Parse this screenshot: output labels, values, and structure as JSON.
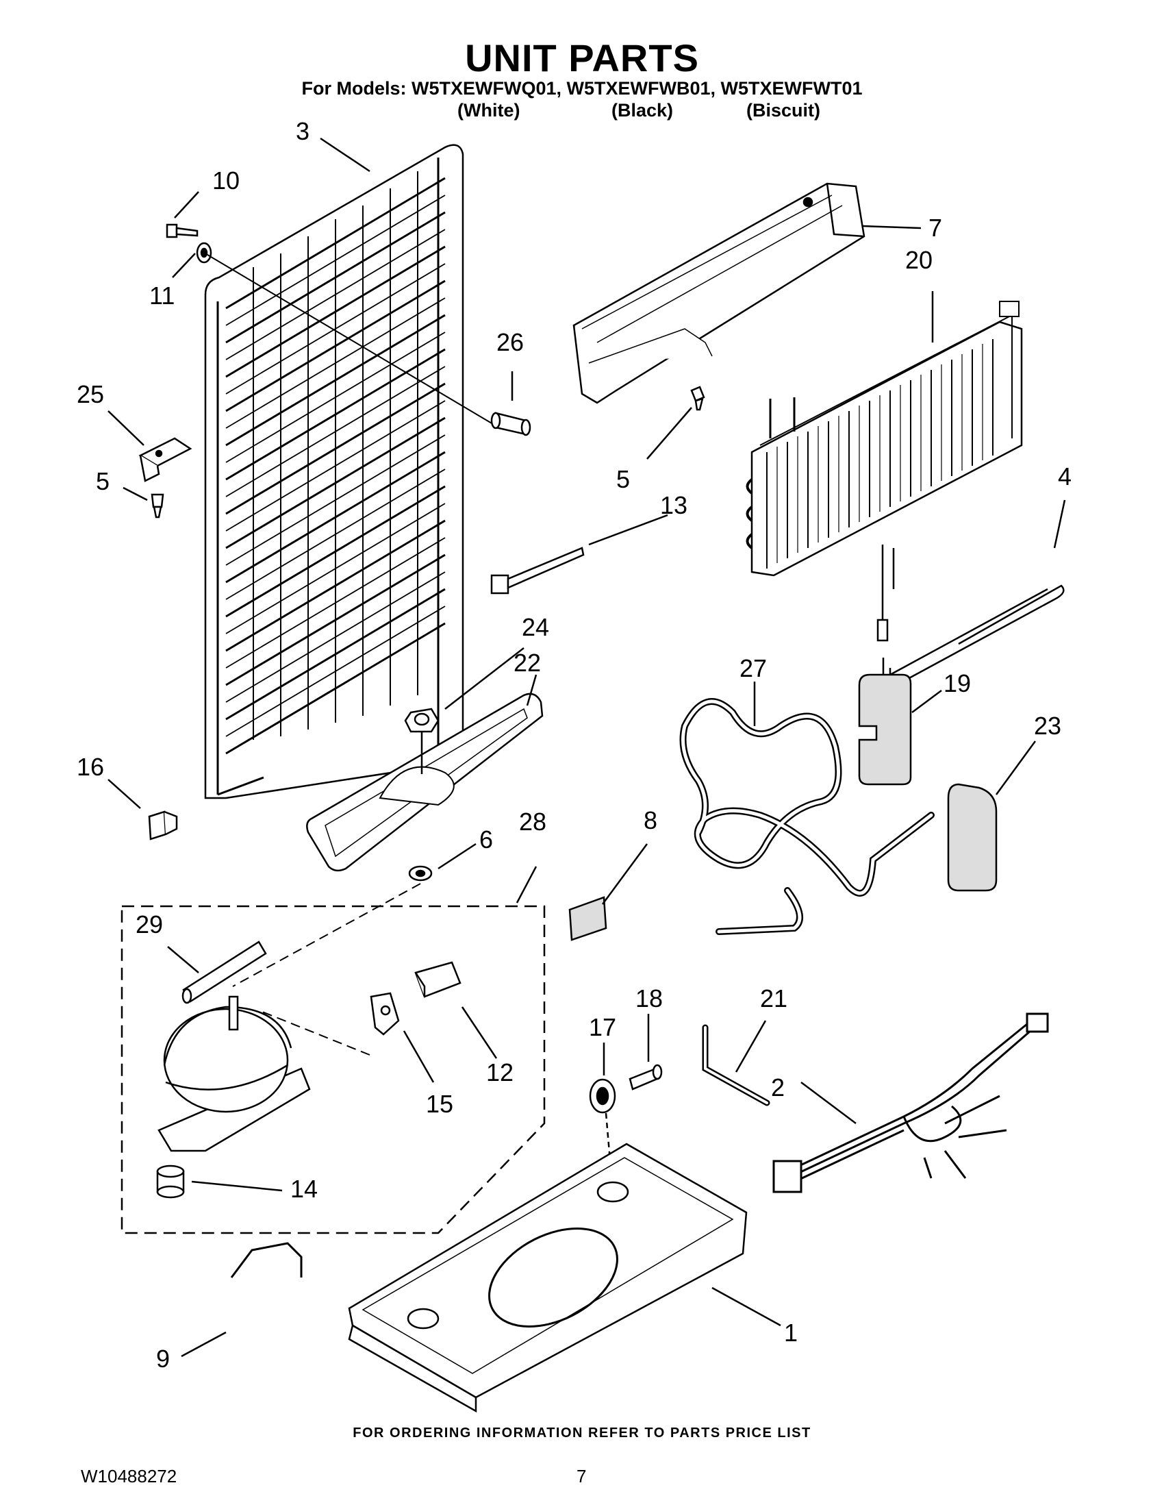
{
  "header": {
    "title": "UNIT PARTS",
    "models_line": "For Models: W5TXEWFWQ01, W5TXEWFWB01, W5TXEWFWT01",
    "variants": [
      "(White)",
      "(Black)",
      "(Biscuit)"
    ]
  },
  "callouts": [
    "1",
    "2",
    "3",
    "4",
    "5",
    "5",
    "5",
    "6",
    "7",
    "8",
    "9",
    "10",
    "11",
    "12",
    "13",
    "14",
    "15",
    "16",
    "17",
    "18",
    "19",
    "20",
    "21",
    "22",
    "23",
    "24",
    "25",
    "26",
    "27",
    "28",
    "29"
  ],
  "footer": {
    "ordering_note": "FOR ORDERING INFORMATION REFER TO PARTS PRICE LIST",
    "document_number": "W10488272",
    "page_number": "7"
  }
}
